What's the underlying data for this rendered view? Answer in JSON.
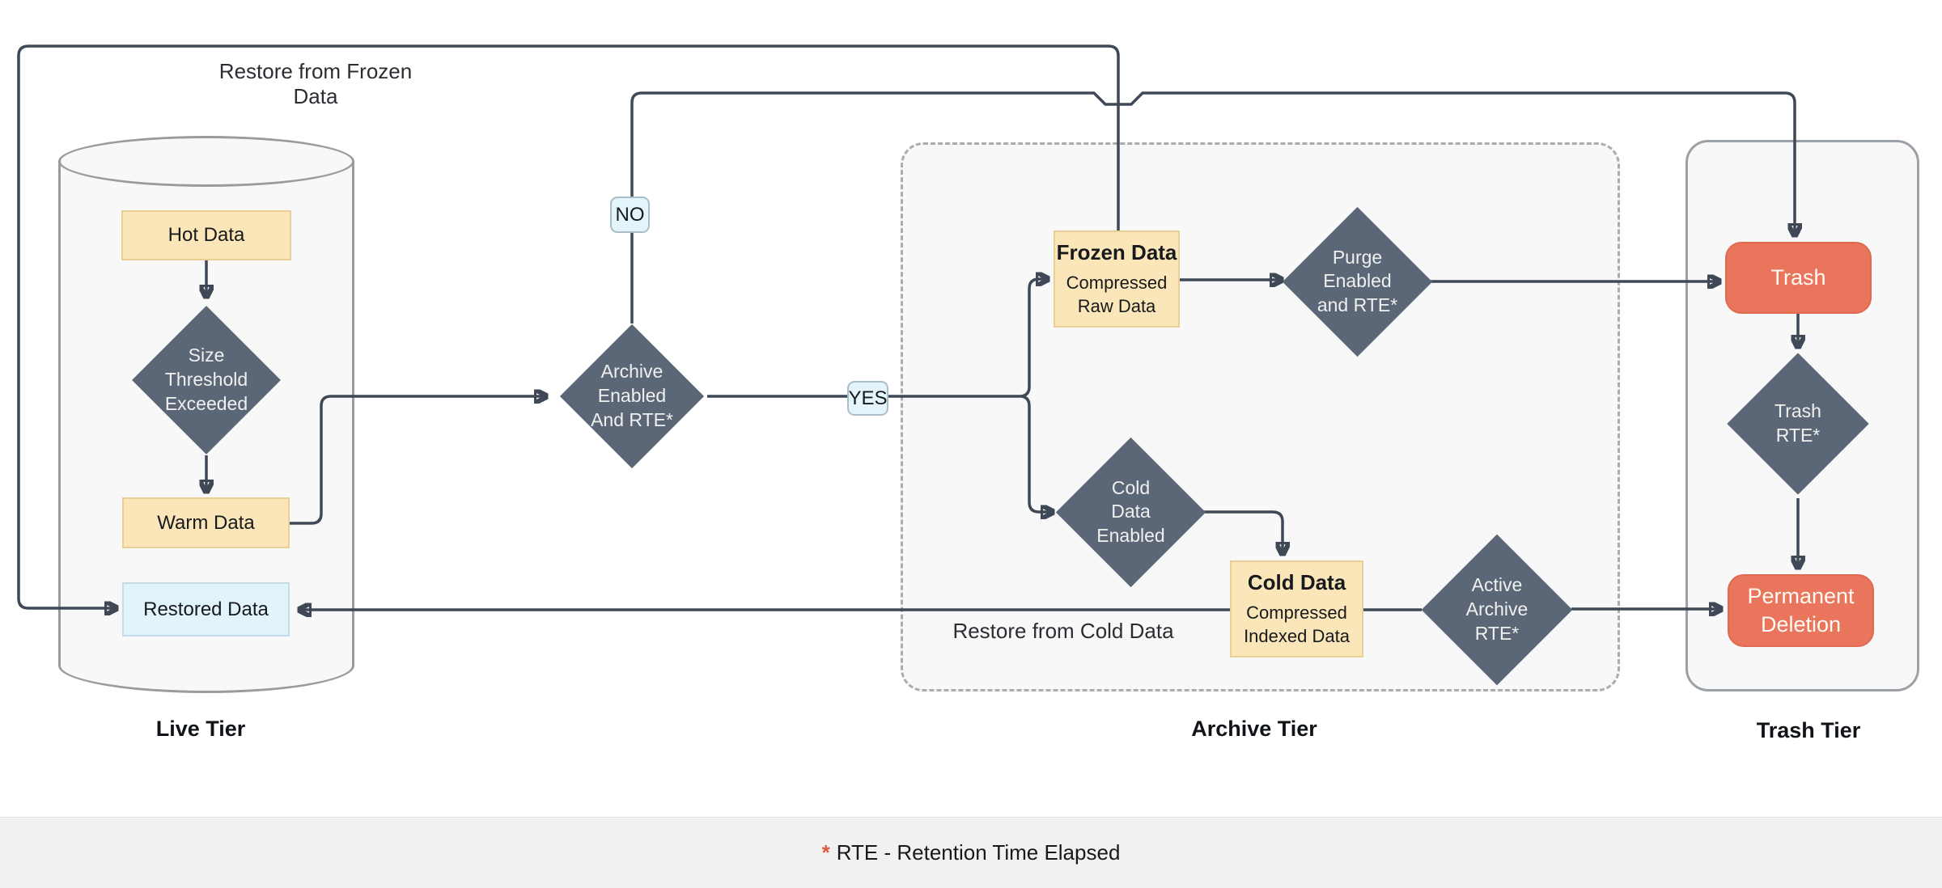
{
  "diagram": {
    "tiers": {
      "live": {
        "label": "Live Tier"
      },
      "archive": {
        "label": "Archive Tier"
      },
      "trash": {
        "label": "Trash Tier"
      }
    },
    "nodes": {
      "hot_data": {
        "label": "Hot Data"
      },
      "size_threshold": {
        "label": "Size\nThreshold\nExceeded"
      },
      "warm_data": {
        "label": "Warm Data"
      },
      "restored_data": {
        "label": "Restored Data"
      },
      "archive_enabled": {
        "label": "Archive\nEnabled\nAnd RTE*"
      },
      "frozen_data": {
        "title": "Frozen Data",
        "subtitle": "Compressed\nRaw Data"
      },
      "purge_enabled": {
        "label": "Purge\nEnabled\nand RTE*"
      },
      "cold_data_enabled": {
        "label": "Cold\nData\nEnabled"
      },
      "cold_data": {
        "title": "Cold Data",
        "subtitle": "Compressed\nIndexed Data"
      },
      "active_archive": {
        "label": "Active\nArchive\nRTE*"
      },
      "trash": {
        "label": "Trash"
      },
      "trash_rte": {
        "label": "Trash\nRTE*"
      },
      "permanent_deletion": {
        "label": "Permanent\nDeletion"
      }
    },
    "edge_labels": {
      "no": "NO",
      "yes": "YES",
      "restore_from_frozen": "Restore from Frozen Data",
      "restore_from_cold": "Restore from Cold Data"
    },
    "footer": {
      "asterisk": "*",
      "note": "RTE - Retention Time Elapsed"
    },
    "colors": {
      "connector": "#3E4856",
      "decision_fill": "#5B6776",
      "data_box_fill": "#FAE6B8",
      "data_box_border": "#E9CE96",
      "terminal_fill": "#E8755C",
      "restored_fill": "#E2F4FB",
      "badge_fill": "#E3F4FB",
      "container_fill": "#F8F8F8",
      "footer_asterisk": "#DD5B3C"
    }
  }
}
